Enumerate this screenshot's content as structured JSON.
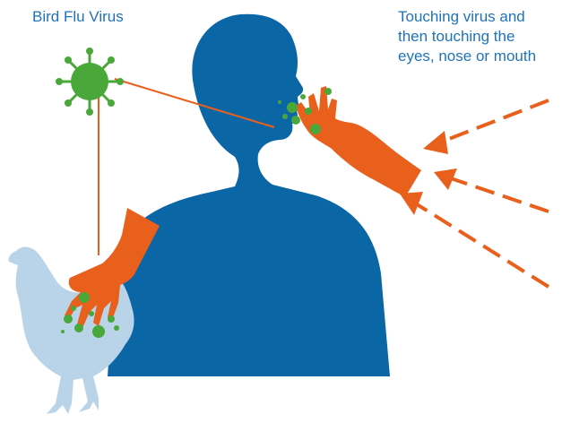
{
  "labels": {
    "virus": "Bird Flu Virus",
    "transmission": [
      "Touching virus and",
      "then touching the",
      "eyes, nose or mouth"
    ]
  },
  "colors": {
    "person": "#0b66a6",
    "chicken": "#b9d4e8",
    "glove": "#e8601c",
    "virus": "#4aa73a",
    "text": "#1f73b8"
  },
  "icons": [
    "virus-icon",
    "person-silhouette",
    "chicken-silhouette",
    "glove-icon",
    "arrow-icon"
  ]
}
